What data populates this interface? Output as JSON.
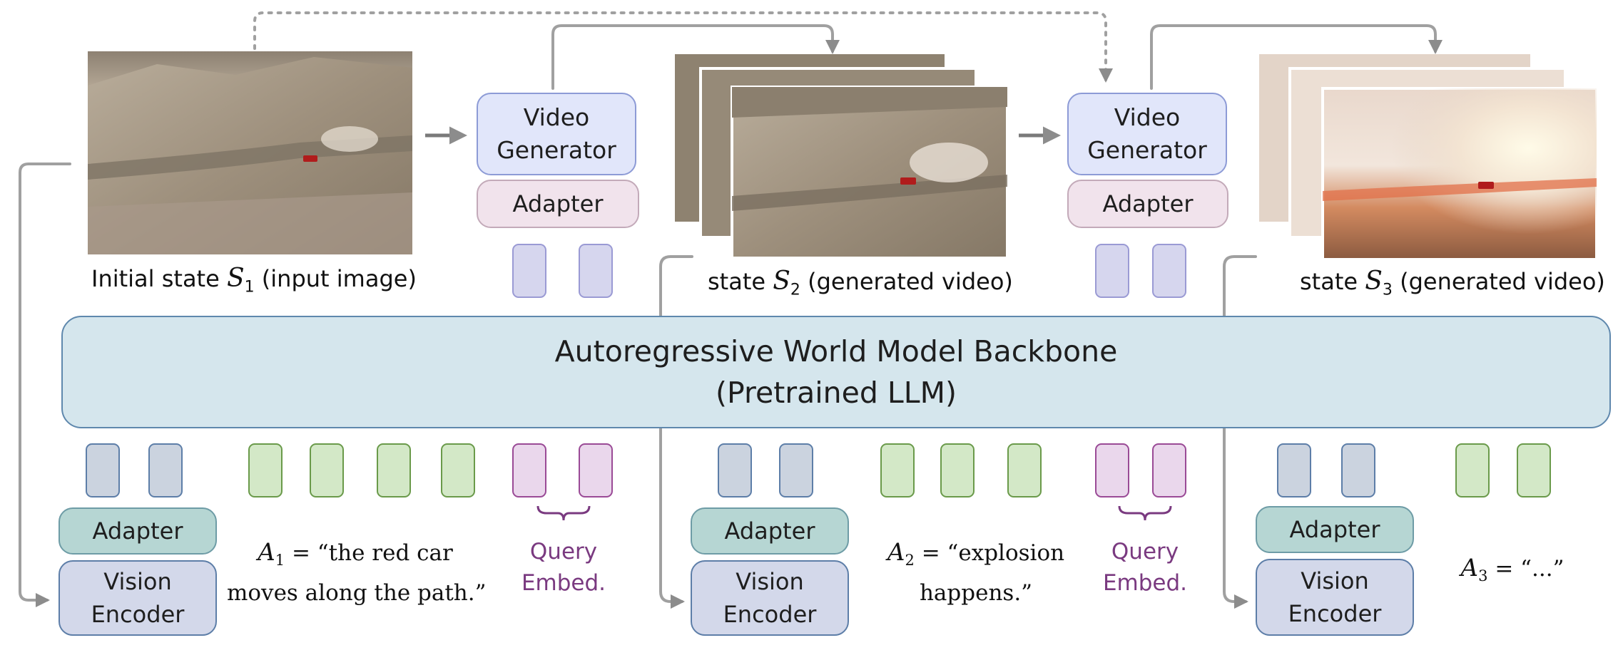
{
  "backbone": {
    "line1": "Autoregressive World Model Backbone",
    "line2": "(Pretrained LLM)"
  },
  "generators": [
    {
      "line1": "Video",
      "line2": "Generator",
      "adapter": "Adapter"
    },
    {
      "line1": "Video",
      "line2": "Generator",
      "adapter": "Adapter"
    }
  ],
  "encoders": [
    {
      "adapter": "Adapter",
      "line1": "Vision",
      "line2": "Encoder"
    },
    {
      "adapter": "Adapter",
      "line1": "Vision",
      "line2": "Encoder"
    },
    {
      "adapter": "Adapter",
      "line1": "Vision",
      "line2": "Encoder"
    }
  ],
  "states": [
    {
      "prefix": "Initial state ",
      "var": "S",
      "sub": "1",
      "suffix": " (input image)"
    },
    {
      "prefix": "state ",
      "var": "S",
      "sub": "2",
      "suffix": " (generated video)"
    },
    {
      "prefix": "state ",
      "var": "S",
      "sub": "3",
      "suffix": " (generated video)"
    }
  ],
  "actions": [
    {
      "var": "A",
      "sub": "1",
      "line1": " = “the red car",
      "line2": "moves along the path.”"
    },
    {
      "var": "A",
      "sub": "2",
      "line1": " = “explosion",
      "line2": "happens.”"
    },
    {
      "var": "A",
      "sub": "3",
      "line1": " = “...”",
      "line2": ""
    }
  ],
  "query": [
    {
      "line1": "Query",
      "line2": "Embed."
    },
    {
      "line1": "Query",
      "line2": "Embed."
    }
  ],
  "colors": {
    "video_generator": "#e1e6fa",
    "adapter_top": "#f1e3ec",
    "adapter_bottom": "#b6d6d3",
    "vision_encoder": "#d3d8ea",
    "backbone": "#d5e6ed",
    "visual_token": "#cbd3df",
    "text_token": "#d3e8c7",
    "query_token": "#ead7ec",
    "output_token": "#d6d6ee",
    "query_label": "#7a3a80",
    "arrow": "#8c8c8c"
  },
  "images": [
    {
      "name": "initial-state-image",
      "scene": "desert-road-with-red-car"
    },
    {
      "name": "state-2-video-frames",
      "scene": "car-raising-dust-cloud"
    },
    {
      "name": "state-3-video-frames",
      "scene": "explosion-on-road"
    }
  ]
}
